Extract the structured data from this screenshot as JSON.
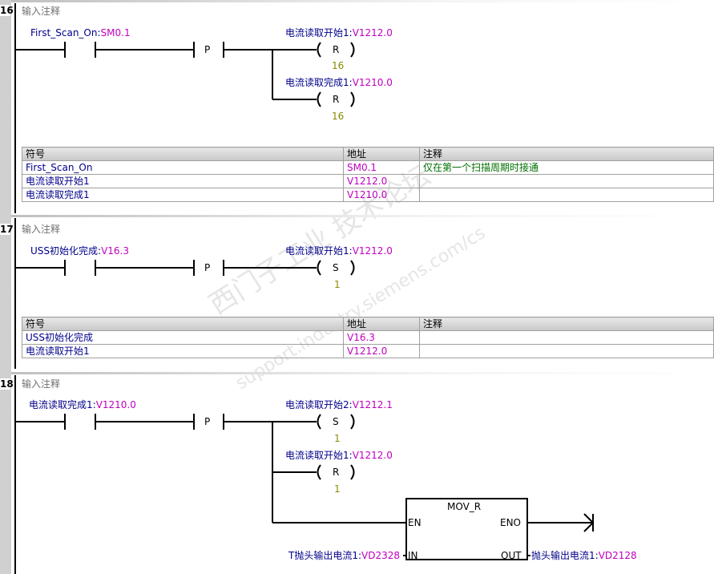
{
  "watermark": {
    "line1": "西门子工业 技术论坛",
    "line2": "support.industry.siemens.com/cs"
  },
  "networks": [
    {
      "number": "16",
      "comment": "输入注释",
      "contact": {
        "symbol": "First_Scan_On",
        "address": "SM0.1"
      },
      "edge": "P",
      "coils": [
        {
          "symbol": "电流读取开始1",
          "address": "V1212.0",
          "type": "R",
          "count": "16"
        },
        {
          "symbol": "电流读取完成1",
          "address": "V1210.0",
          "type": "R",
          "count": "16"
        }
      ],
      "table": {
        "headers": [
          "符号",
          "地址",
          "注释"
        ],
        "rows": [
          [
            "First_Scan_On",
            "SM0.1",
            "仅在第一个扫描周期时接通"
          ],
          [
            "电流读取开始1",
            "V1212.0",
            ""
          ],
          [
            "电流读取完成1",
            "V1210.0",
            ""
          ]
        ]
      }
    },
    {
      "number": "17",
      "comment": "输入注释",
      "contact": {
        "symbol": "USS初始化完成",
        "address": "V16.3"
      },
      "edge": "P",
      "coils": [
        {
          "symbol": "电流读取开始1",
          "address": "V1212.0",
          "type": "S",
          "count": "1"
        }
      ],
      "table": {
        "headers": [
          "符号",
          "地址",
          "注释"
        ],
        "rows": [
          [
            "USS初始化完成",
            "V16.3",
            ""
          ],
          [
            "电流读取开始1",
            "V1212.0",
            ""
          ]
        ]
      }
    },
    {
      "number": "18",
      "comment": "输入注释",
      "contact": {
        "symbol": "电流读取完成1",
        "address": "V1210.0"
      },
      "edge": "P",
      "coils": [
        {
          "symbol": "电流读取开始2",
          "address": "V1212.1",
          "type": "S",
          "count": "1"
        },
        {
          "symbol": "电流读取开始1",
          "address": "V1212.0",
          "type": "R",
          "count": "1"
        }
      ],
      "box": {
        "name": "MOV_R",
        "en": "EN",
        "eno": "ENO",
        "in": "IN",
        "out": "OUT",
        "in_symbol": "T抛头输出电流1",
        "in_address": "VD2328",
        "out_symbol": "抛头输出电流1",
        "out_address": "VD2128"
      }
    }
  ]
}
